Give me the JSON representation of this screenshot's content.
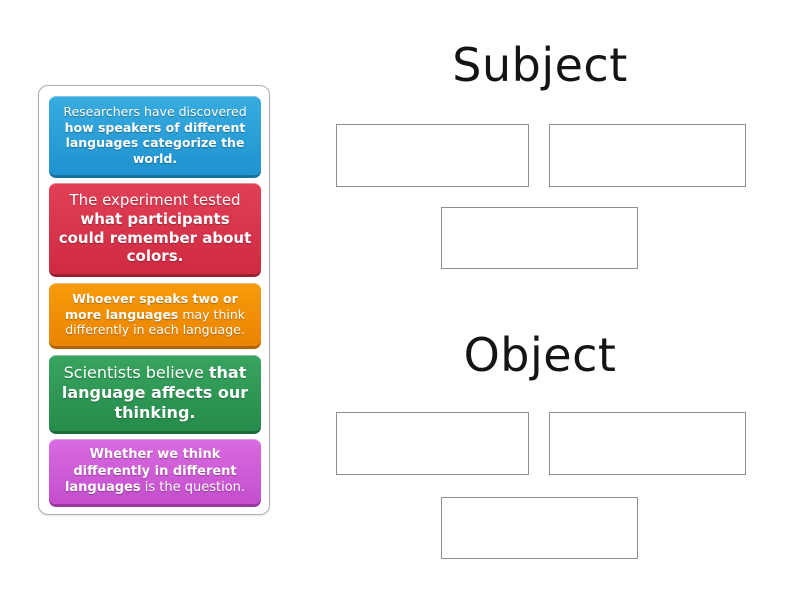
{
  "groups": [
    {
      "label": "Subject"
    },
    {
      "label": "Object"
    }
  ],
  "cards": [
    {
      "pre": "Researchers have discovered ",
      "bold": "how speakers of different languages categorize the world.",
      "post": "",
      "color": "#2d9fd8"
    },
    {
      "pre": "The experiment tested ",
      "bold": "what participants could remember about colors.",
      "post": "",
      "color": "#d93a4e"
    },
    {
      "pre": "",
      "bold": "Whoever speaks two or more languages",
      "post": " may think differently in each language.",
      "color": "#f18f01"
    },
    {
      "pre": "Scientists believe ",
      "bold": "that language affects our thinking.",
      "post": "",
      "color": "#2e9151"
    },
    {
      "pre": "",
      "bold": "Whether we think differently in different languages",
      "post": " is the question.",
      "color": "#cf5fd6"
    }
  ]
}
